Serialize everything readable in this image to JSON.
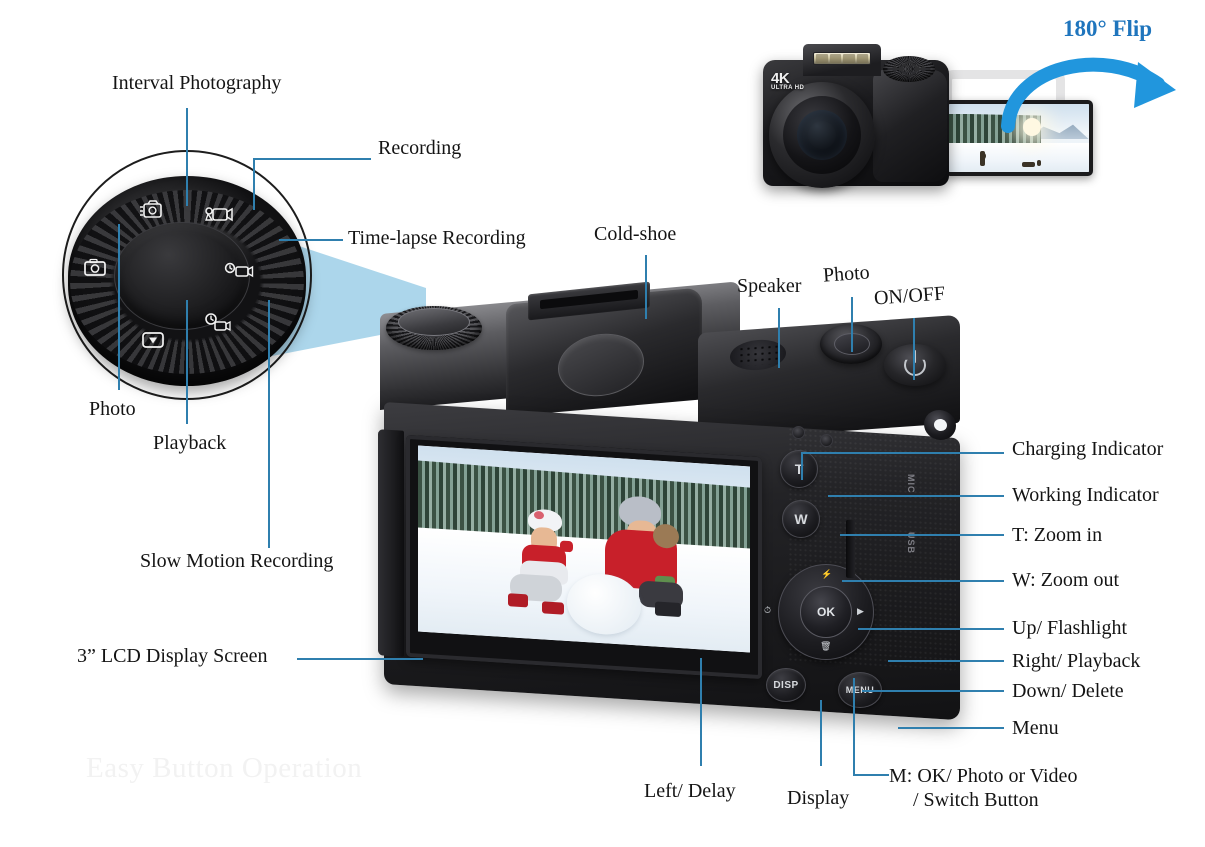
{
  "diagram": {
    "watermark": "Easy Button Operation",
    "accent_blue": "#2f7fae",
    "cone_blue": "#a8d4ea",
    "flip_blue": "#1f75bd",
    "label_color": "#141414"
  },
  "front_camera": {
    "badge_main": "4K",
    "badge_sub": "ULTRA HD",
    "flip_label": "180° Flip"
  },
  "mode_dial": {
    "callouts": [
      {
        "id": "interval-photography",
        "label": "Interval Photography"
      },
      {
        "id": "recording",
        "label": "Recording"
      },
      {
        "id": "time-lapse-recording",
        "label": "Time-lapse Recording"
      },
      {
        "id": "photo",
        "label": "Photo"
      },
      {
        "id": "playback",
        "label": "Playback"
      },
      {
        "id": "slow-motion-recording",
        "label": "Slow Motion Recording"
      }
    ]
  },
  "body_callouts": {
    "cold_shoe": "Cold-shoe",
    "speaker": "Speaker",
    "photo": "Photo",
    "on_off": "ON/OFF",
    "lcd_screen": "3” LCD Display Screen",
    "charging_indicator": "Charging Indicator",
    "working_indicator": "Working Indicator",
    "zoom_in": "T: Zoom in",
    "zoom_out": "W: Zoom out",
    "up_flashlight": "Up/ Flashlight",
    "right_playback": "Right/ Playback",
    "down_delete": "Down/ Delete",
    "menu": "Menu",
    "left_delay": "Left/ Delay",
    "display": "Display",
    "ok_button_line1": "M: OK/ Photo or Video",
    "ok_button_line2": "/ Switch Button"
  },
  "button_glyphs": {
    "tele": "T",
    "wide": "W",
    "ok": "OK",
    "display": "DISP",
    "menu": "MENU",
    "side_mic": "MIC",
    "side_usb": "USB"
  }
}
